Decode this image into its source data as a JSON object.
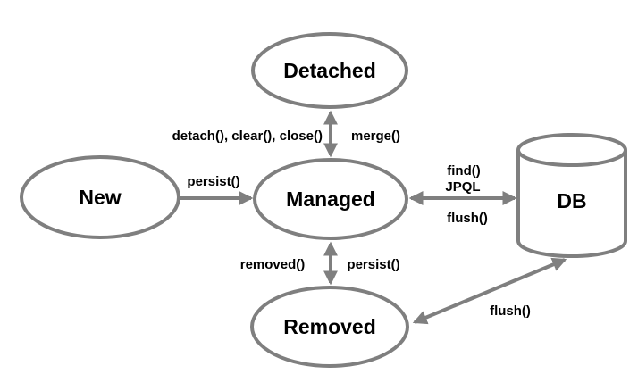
{
  "diagram": {
    "type": "state-diagram",
    "nodes": {
      "new": "New",
      "managed": "Managed",
      "detached": "Detached",
      "removed": "Removed",
      "db": "DB"
    },
    "edge_labels": {
      "persist_new_to_managed": "persist()",
      "detach_clear_close": "detach(), clear(), close()",
      "merge": "merge()",
      "find": "find()",
      "jpql": "JPQL",
      "flush_managed_db": "flush()",
      "removed": "removed()",
      "persist_removed_to_managed": "persist()",
      "flush_db_removed": "flush()"
    },
    "edges": [
      {
        "from": "new",
        "to": "managed",
        "direction": "one-way",
        "labels": [
          "persist()"
        ]
      },
      {
        "from": "managed",
        "to": "detached",
        "direction": "two-way",
        "labels": [
          "detach(), clear(), close()",
          "merge()"
        ]
      },
      {
        "from": "managed",
        "to": "db",
        "direction": "two-way",
        "labels": [
          "find()",
          "JPQL",
          "flush()"
        ]
      },
      {
        "from": "managed",
        "to": "removed",
        "direction": "two-way",
        "labels": [
          "removed()",
          "persist()"
        ]
      },
      {
        "from": "db",
        "to": "removed",
        "direction": "two-way",
        "labels": [
          "flush()"
        ]
      }
    ],
    "colors": {
      "stroke": "#7f7f7f",
      "text": "#000000",
      "background": "#ffffff"
    }
  }
}
